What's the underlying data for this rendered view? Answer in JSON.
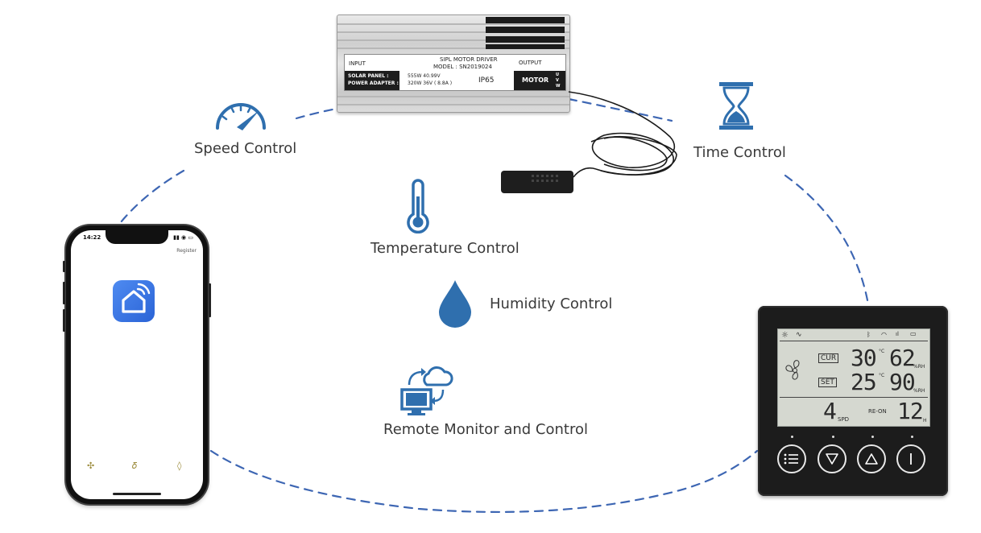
{
  "features": {
    "speed": "Speed Control",
    "time": "Time Control",
    "temperature": "Temperature Control",
    "humidity": "Humidity Control",
    "remote": "Remote Monitor and Control"
  },
  "driver": {
    "input": "INPUT",
    "output": "OUTPUT",
    "title": "SIPL MOTOR DRIVER",
    "model": "MODEL : SN2019024",
    "solar_label": "SOLAR PANEL :",
    "adapter_label": "POWER ADAPTER :",
    "solar_value": "555W 40.99V",
    "adapter_value": "320W 36V ( 8.8A )",
    "rating": "IP65",
    "motor": "MOTOR",
    "phases": "U V W"
  },
  "phone": {
    "time": "14:22",
    "register": "Register"
  },
  "thermostat": {
    "cur_label": "CUR",
    "set_label": "SET",
    "cur_temp": "30",
    "set_temp": "25",
    "cur_humidity": "62",
    "set_humidity": "90",
    "temp_unit": "°C",
    "humidity_unit": "%RH",
    "speed": "4",
    "speed_unit": "SPD",
    "reon_label": "RE-ON",
    "reon_value": "12",
    "reon_unit": "H"
  },
  "colors": {
    "accent_blue": "#2f6fae",
    "dashed_path": "#3d66b3"
  }
}
